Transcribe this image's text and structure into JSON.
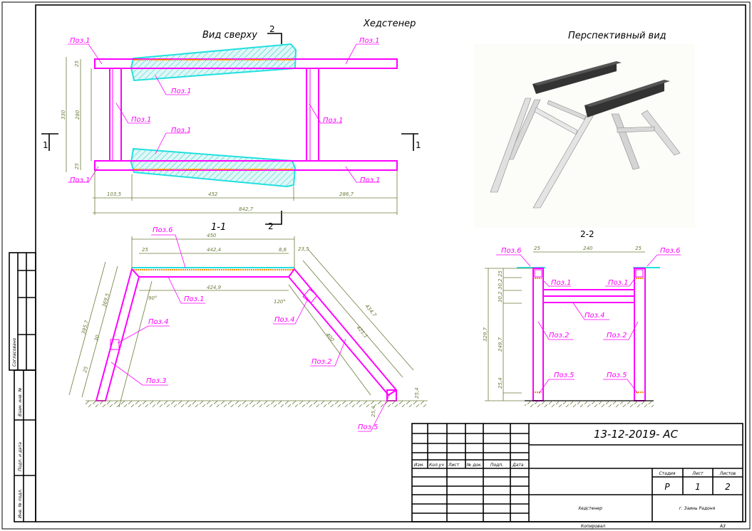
{
  "drawing": {
    "header_title": "Хедстенер",
    "top_view_title": "Вид сверху",
    "perspective_title": "Перспективный вид",
    "section_1_title": "1-1",
    "section_2_title": "2-2",
    "cut_marks": {
      "cut1": "1",
      "cut2": "2"
    }
  },
  "top_view": {
    "labels": [
      "Поз.1",
      "Поз.1",
      "Поз.1",
      "Поз.1",
      "Поз.1",
      "Поз.1",
      "Поз.1",
      "Поз.1"
    ],
    "dims": [
      "25",
      "280",
      "330",
      "25",
      "103,5",
      "452",
      "286,7",
      "842,7"
    ]
  },
  "section_1": {
    "labels": [
      "Поз.6",
      "Поз.1",
      "Поз.4",
      "Поз.3",
      "Поз.4",
      "Поз.2",
      "Поз.5"
    ],
    "dims": [
      "450",
      "442,4",
      "424,9",
      "25",
      "8,6",
      "23,5",
      "395,7",
      "369,5",
      "30",
      "25",
      "434,7",
      "421,1",
      "400",
      "25,4",
      "25,4",
      "90°",
      "120°"
    ]
  },
  "section_2": {
    "labels": [
      "Поз.6",
      "Поз.6",
      "Поз.1",
      "Поз.1",
      "Поз.4",
      "Поз.2",
      "Поз.2",
      "Поз.5",
      "Поз.5"
    ],
    "dims": [
      "25",
      "240",
      "25",
      "25",
      "30,2",
      "30,2",
      "329,7",
      "249,7",
      "25,4"
    ]
  },
  "title_block": {
    "code": "13-12-2019- АС",
    "columns": [
      "Изм.",
      "Кол.уч",
      "Лист",
      "№ док.",
      "Подп.",
      "Дата"
    ],
    "stage_header": "Стадия",
    "sheet_header": "Лист",
    "sheets_header": "Листов",
    "stage": "Р",
    "sheet": "1",
    "sheets": "2",
    "name": "Хедстенер",
    "organization": "г. Заинь Радоня",
    "copied": "Копировал",
    "format": "А3"
  },
  "side_stamp": {
    "agreed": "Согласовано",
    "replaced_inv": "Взам. инв. №",
    "signature_date": "Подп. и дата",
    "inv_original": "Инв. № подл."
  },
  "colors": {
    "part": "#ff00ff",
    "cap": "#22e0e0",
    "dimension": "#6b7b3a",
    "weld": "#ff8c00"
  }
}
